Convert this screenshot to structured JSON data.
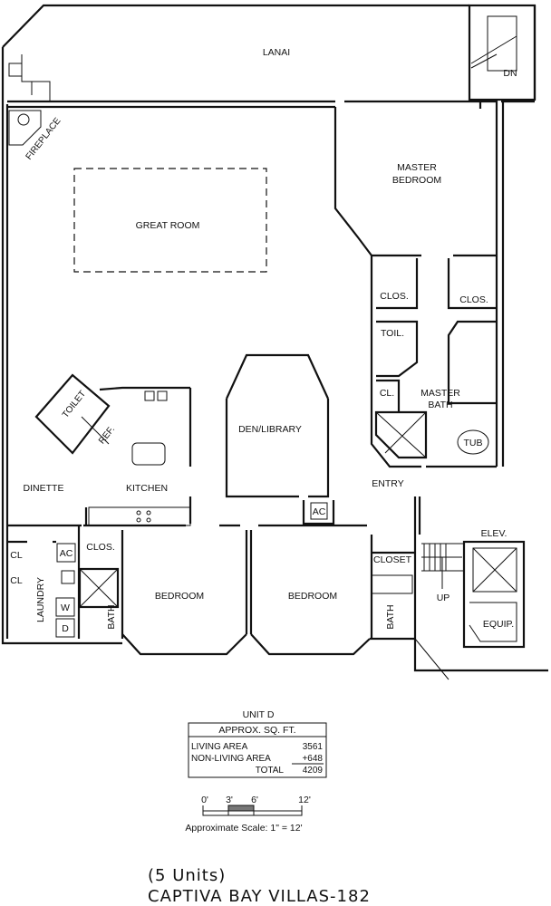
{
  "rooms": {
    "lanai": "LANAI",
    "fireplace": "FIREPLACE",
    "master_bedroom_1": "MASTER",
    "master_bedroom_2": "BEDROOM",
    "great_room": "GREAT ROOM",
    "clos_master_left": "CLOS.",
    "clos_master_right": "CLOS.",
    "toil": "TOIL.",
    "cl_master": "CL.",
    "master_bath_1": "MASTER",
    "master_bath_2": "BATH",
    "tub": "TUB",
    "den_library": "DEN/LIBRARY",
    "toilet": "TOILET",
    "ref": "REF.",
    "dinette": "DINETTE",
    "kitchen": "KITCHEN",
    "entry": "ENTRY",
    "ac_den": "AC",
    "cl_1": "CL",
    "cl_2": "CL",
    "ac_laundry": "AC",
    "clos_bedroom": "CLOS.",
    "bedroom_1": "BEDROOM",
    "bedroom_2": "BEDROOM",
    "closet": "CLOSET",
    "laundry": "LAUNDRY",
    "washer": "W",
    "dryer": "D",
    "bath_1": "BATH",
    "bath_2": "BATH",
    "up": "UP",
    "dn": "DN",
    "elev": "ELEV.",
    "equip": "EQUIP."
  },
  "area_table": {
    "unit": "UNIT D",
    "header": "APPROX. SQ. FT.",
    "rows": [
      {
        "label": "LIVING AREA",
        "value": "3561"
      },
      {
        "label": "NON-LIVING AREA",
        "value": "+648"
      },
      {
        "label": "TOTAL",
        "value": "4209"
      }
    ]
  },
  "scale": {
    "ticks": [
      "0'",
      "3'",
      "6'",
      "12'"
    ],
    "caption": "Approximate Scale: 1\" = 12'"
  },
  "footer": {
    "units": "(5 Units)",
    "title": "CAPTIVA BAY VILLAS-182"
  }
}
